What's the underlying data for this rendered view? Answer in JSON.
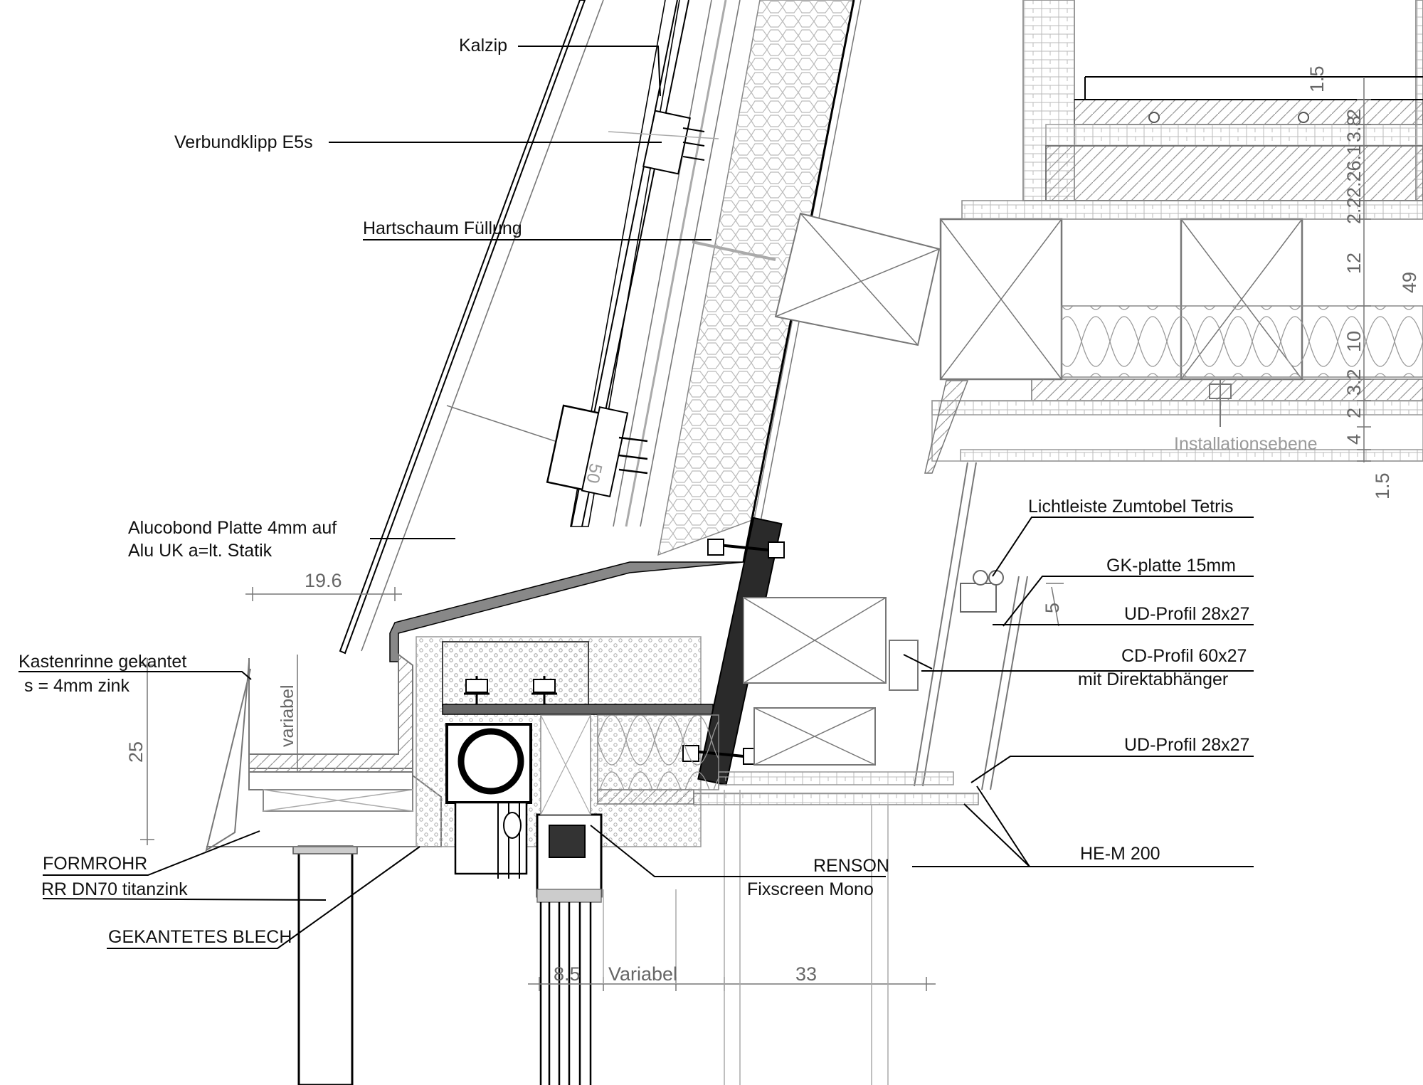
{
  "labels": {
    "kalzip": "Kalzip",
    "verbundklipp": "Verbundklipp E5s",
    "hartschaum": "Hartschaum Füllung",
    "alucobond_1": "Alucobond Platte 4mm auf",
    "alucobond_2": "Alu UK a=lt. Statik",
    "kastenrinne_1": "Kastenrinne gekantet",
    "kastenrinne_2": "s = 4mm zink",
    "formrohr": "FORMROHR",
    "rr_dn70": "RR DN70 titanzink",
    "gekantetes_blech": "GEKANTETES BLECH",
    "renson_1": "RENSON",
    "renson_2": "Fixscreen Mono",
    "lichtleiste": "Lichtleiste Zumtobel Tetris",
    "gk_platte": "GK-platte 15mm",
    "ud_profil_top": "UD-Profil 28x27",
    "cd_profil_1": "CD-Profil 60x27",
    "cd_profil_2": "mit Direktabhänger",
    "ud_profil_bottom": "UD-Profil 28x27",
    "he_m": "HE-M 200",
    "installationsebene": "Installationsebene"
  },
  "dimensions": {
    "d_19_6": "19.6",
    "d_25": "25",
    "d_variabel_v": "variabel",
    "d_8_5": "8.5",
    "d_variabel_h": "Variabel",
    "d_33": "33",
    "d_5": "5",
    "d_1_5_top": "1.5",
    "d_3_8": "3.8",
    "d_2": "2",
    "d_2_6_1": "2.26.1",
    "d_2_2": "2.2",
    "d_12": "12",
    "d_49": "49",
    "d_10": "10",
    "d_3_2": "3.2",
    "d_2_bottom": "2",
    "d_4": "4",
    "d_1_5_bottom": "1.5"
  }
}
